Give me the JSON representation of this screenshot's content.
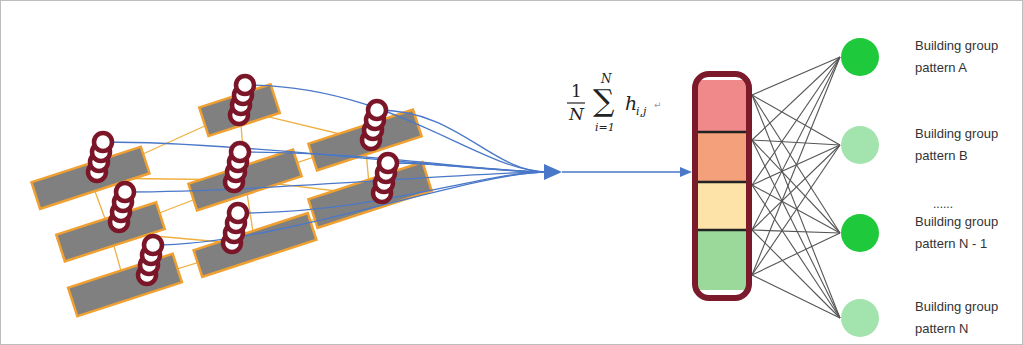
{
  "diagram": {
    "nodes": [
      {
        "text": [
          "Building group pattern A"
        ]
      },
      {
        "text": [
          "Building group pattern B"
        ]
      },
      {
        "text": [
          "Building group pattern N - 1"
        ]
      },
      {
        "text": [
          "Building group pattern N"
        ]
      }
    ],
    "labels": [
      "1",
      "N",
      "N",
      "∑",
      "i=1",
      "h",
      "i,j",
      "↵",
      "......"
    ]
  }
}
